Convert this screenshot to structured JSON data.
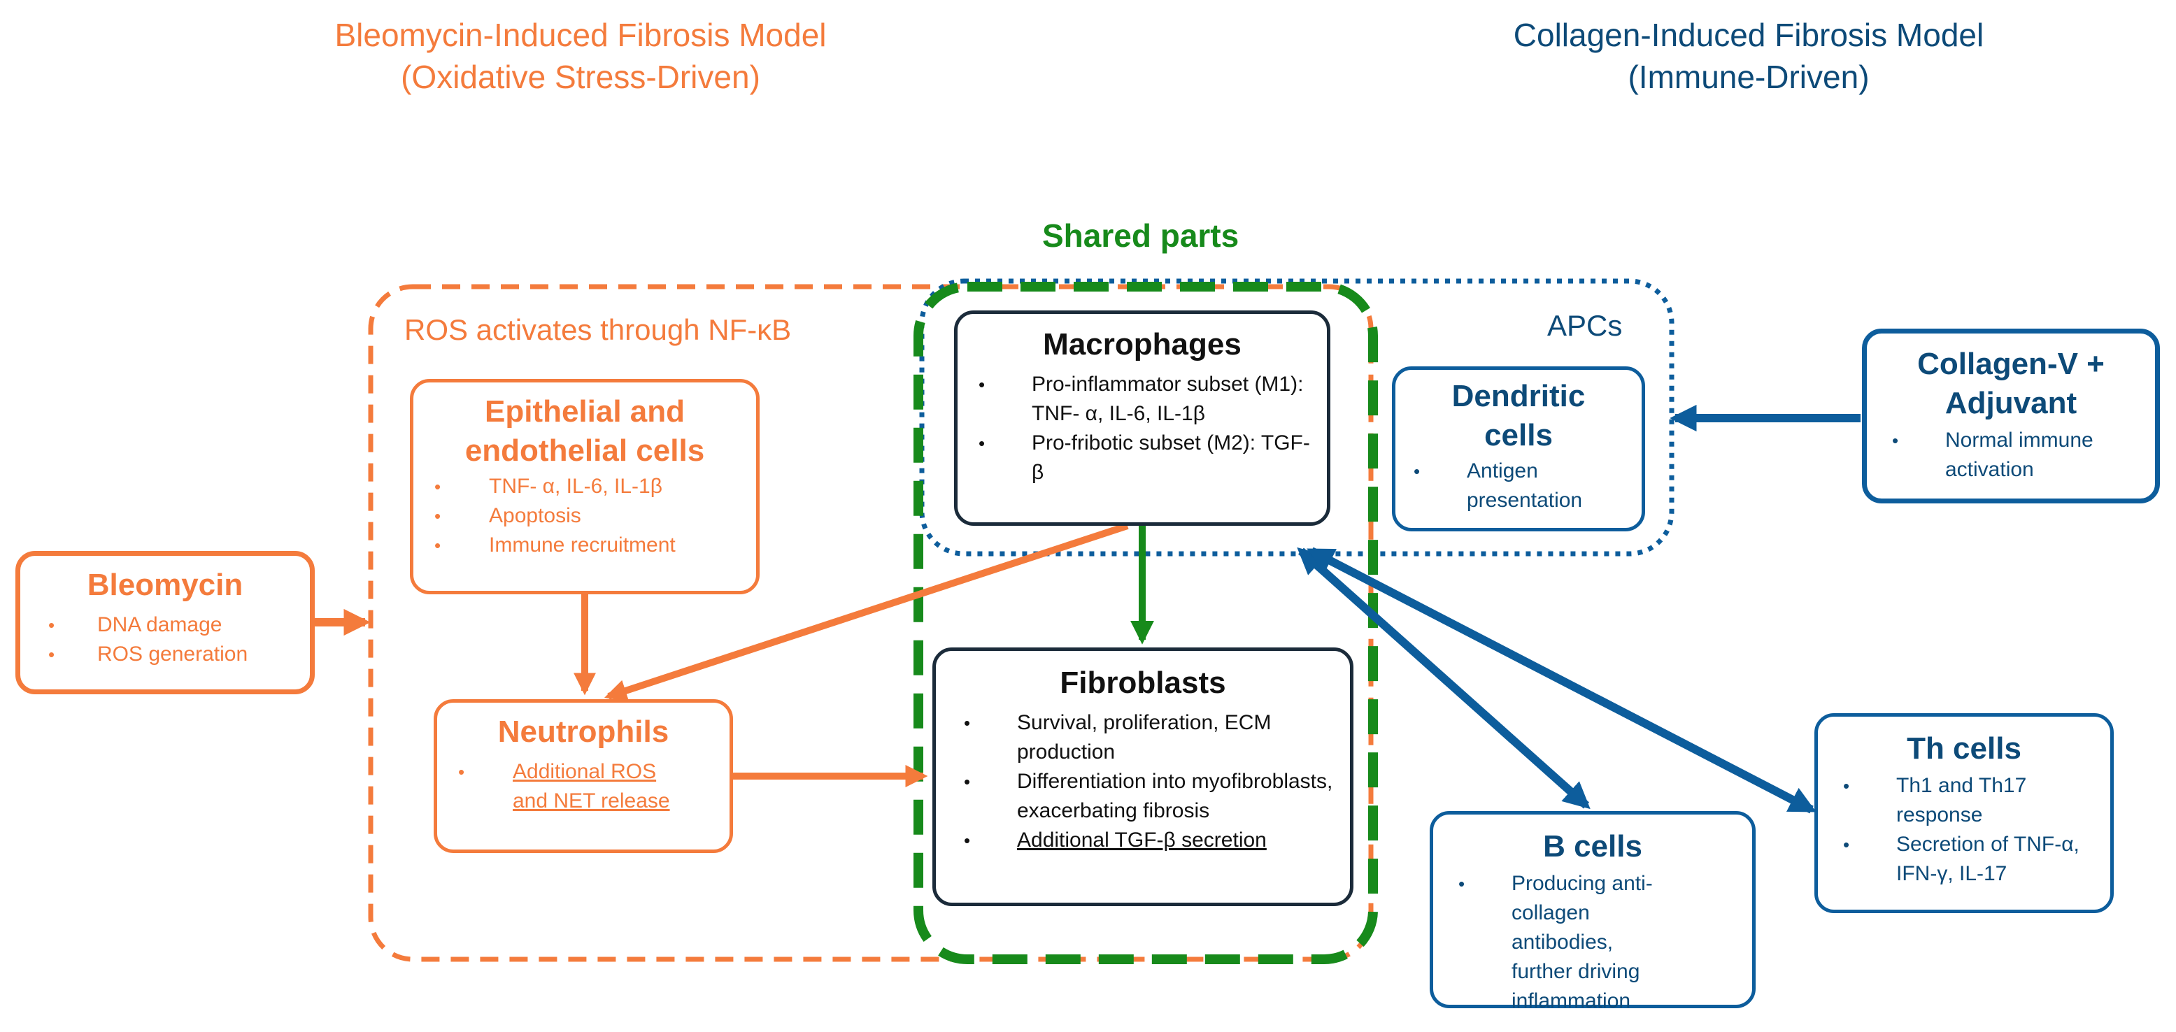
{
  "titles": {
    "bleomycin_model": [
      "Bleomycin-Induced Fibrosis Model",
      "(Oxidative Stress-Driven)"
    ],
    "collagen_model": [
      "Collagen-Induced Fibrosis Model",
      "(Immune-Driven)"
    ],
    "shared_parts": "Shared parts"
  },
  "regions": {
    "ros_label": "ROS activates through NF-κB",
    "apcs_label": "APCs"
  },
  "nodes": {
    "bleomycin": {
      "title": [
        "Bleomycin"
      ],
      "bullets": [
        "DNA damage",
        "ROS generation"
      ]
    },
    "epithelial": {
      "title": [
        "Epithelial and",
        "endothelial cells"
      ],
      "bullets": [
        "TNF- α, IL-6, IL-1β",
        "Apoptosis",
        "Immune recruitment"
      ]
    },
    "neutrophils": {
      "title": [
        "Neutrophils"
      ],
      "bullets": [
        "Additional ROS and NET release"
      ]
    },
    "macrophages": {
      "title": [
        "Macrophages"
      ],
      "bullets": [
        "Pro-inflammator subset (M1): TNF- α, IL-6, IL-1β",
        "Pro-fribotic subset (M2): TGF-β"
      ]
    },
    "fibroblasts": {
      "title": [
        "Fibroblasts"
      ],
      "bullets": [
        "Survival, proliferation, ECM production",
        "Differentiation into myofibroblasts, exacerbating fibrosis",
        "Additional TGF-β secretion"
      ]
    },
    "dendritic": {
      "title": [
        "Dendritic",
        "cells"
      ],
      "bullets": [
        "Antigen presentation"
      ]
    },
    "collagen": {
      "title": [
        "Collagen-V +",
        "Adjuvant"
      ],
      "bullets": [
        "Normal immune activation"
      ]
    },
    "bcells": {
      "title": [
        "B cells"
      ],
      "bullets": [
        "Producing anti-collagen antibodies, further driving inflammation"
      ]
    },
    "thcells": {
      "title": [
        "Th cells"
      ],
      "bullets": [
        "Th1 and Th17 response",
        "Secretion of TNF-α, IFN-γ, IL-17"
      ]
    }
  },
  "colors": {
    "orange": "#f47b3c",
    "navy": "#0d4a78",
    "blue_line": "#0d5d9c",
    "green": "#178a1b",
    "dark": "#1b2b3a"
  }
}
